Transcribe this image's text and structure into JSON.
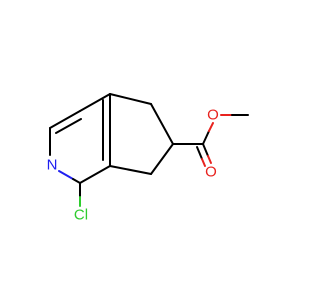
{
  "atoms": {
    "nitrogen": {
      "label": "N",
      "color": "#2020f0"
    },
    "chlorine": {
      "label": "Cl",
      "color": "#2ecc2e"
    },
    "carbonyl_oxygen": {
      "label": "O",
      "color": "#e8231f"
    },
    "ester_oxygen": {
      "label": "O",
      "color": "#e8231f"
    }
  },
  "bond_color": "#000000"
}
